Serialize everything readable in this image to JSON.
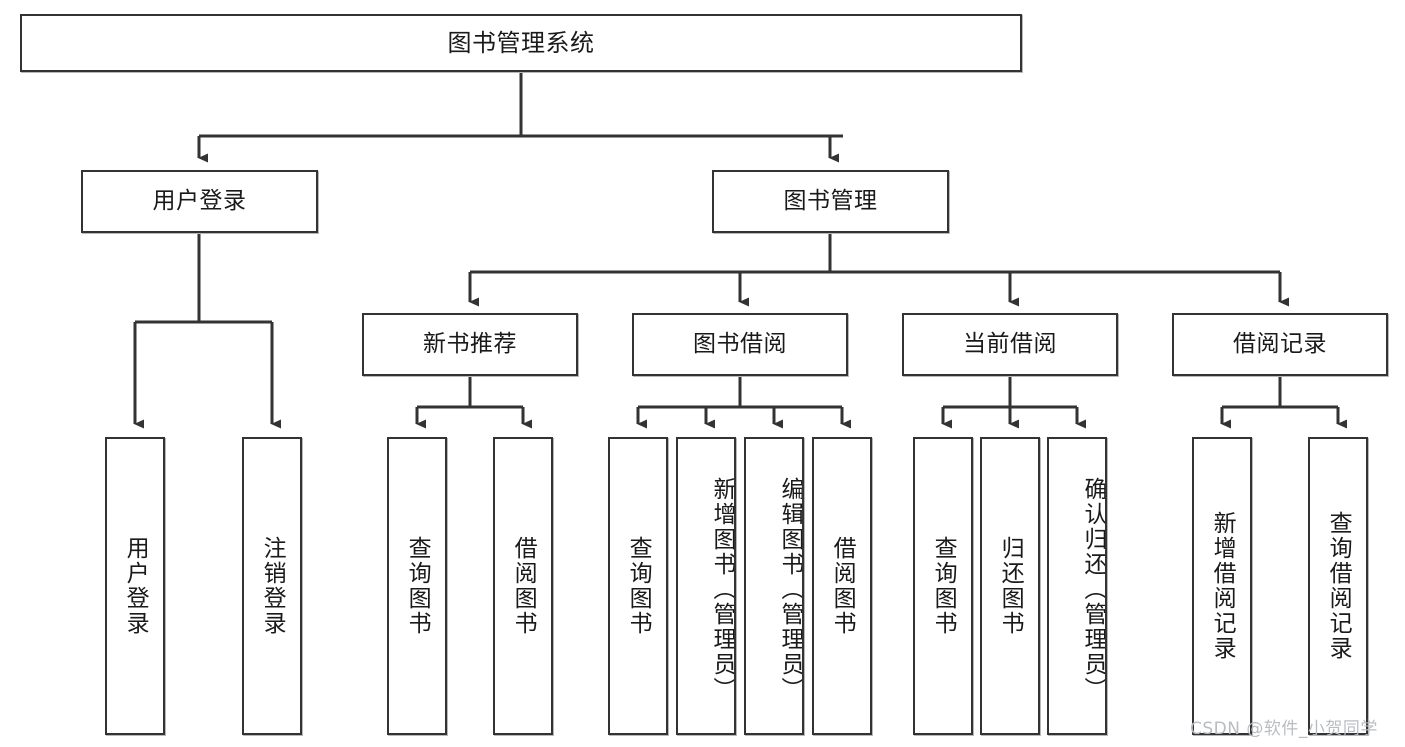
{
  "diagram": {
    "title": "图书管理系统",
    "type": "tree-hierarchy",
    "root": {
      "label": "图书管理系统"
    },
    "level2": [
      {
        "label": "用户登录"
      },
      {
        "label": "图书管理"
      }
    ],
    "level3": [
      {
        "label": "新书推荐"
      },
      {
        "label": "图书借阅"
      },
      {
        "label": "当前借阅"
      },
      {
        "label": "借阅记录"
      }
    ],
    "leaves": {
      "user_login": [
        {
          "label": "用户登录"
        },
        {
          "label": "注销登录"
        }
      ],
      "new_book_recommend": [
        {
          "label": "查询图书"
        },
        {
          "label": "借阅图书"
        }
      ],
      "book_borrow": [
        {
          "label": "查询图书"
        },
        {
          "label": "新增图书（管理员）"
        },
        {
          "label": "编辑图书（管理员）"
        },
        {
          "label": "借阅图书"
        }
      ],
      "current_borrow": [
        {
          "label": "查询图书"
        },
        {
          "label": "归还图书"
        },
        {
          "label": "确认归还（管理员）"
        }
      ],
      "borrow_record": [
        {
          "label": "新增借阅记录"
        },
        {
          "label": "查询借阅记录"
        }
      ]
    }
  },
  "watermark": {
    "text": "CSDN @软件_小贺同学"
  },
  "colors": {
    "border": "#333335",
    "text": "#1a1a1a",
    "background": "#ffffff",
    "watermark": "#b9bdc2"
  }
}
